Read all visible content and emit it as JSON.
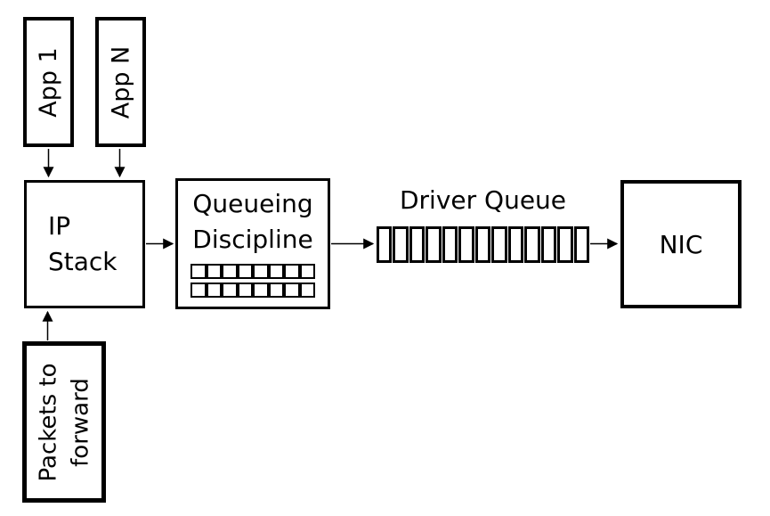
{
  "diagram": {
    "background": "#ffffff",
    "stroke_color": "#000000",
    "nodes": {
      "app1": {
        "label": "App 1"
      },
      "appN": {
        "label": "App N"
      },
      "ip_stack": {
        "line1": "IP",
        "line2": "Stack"
      },
      "queueing_discipline": {
        "line1": "Queueing",
        "line2": "Discipline",
        "queue_rows": 2,
        "cells_per_row": 8
      },
      "driver_queue": {
        "label": "Driver Queue",
        "cells": 13
      },
      "nic": {
        "label": "NIC"
      },
      "packets_to_forward": {
        "line1": "Packets to",
        "line2": "forward"
      }
    }
  }
}
